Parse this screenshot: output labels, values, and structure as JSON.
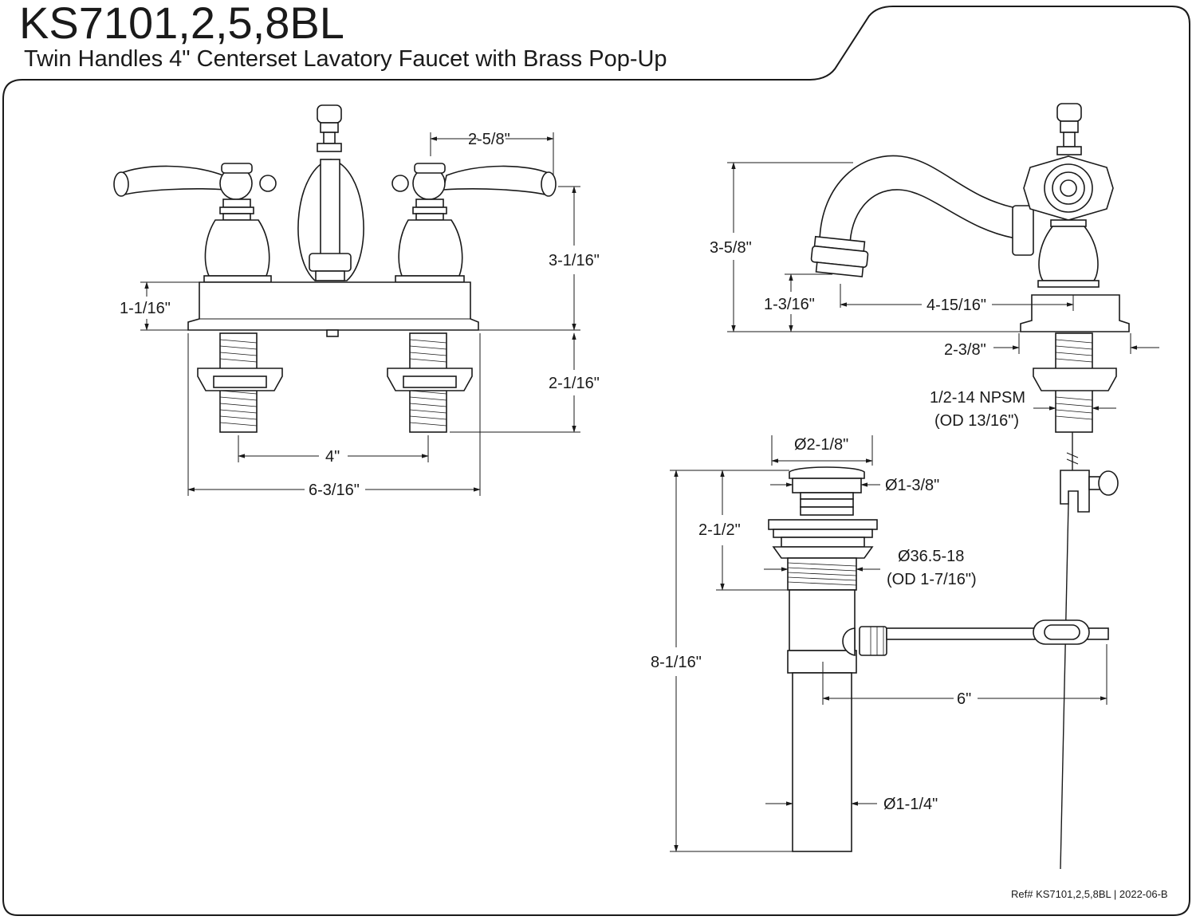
{
  "title": {
    "model": "KS7101,2,5,8BL",
    "subtitle": "Twin Handles 4\" Centerset Lavatory Faucet with Brass Pop-Up"
  },
  "front_view": {
    "dim_handle_offset": "2-5/8\"",
    "dim_body_height": "3-1/16\"",
    "dim_base_height": "1-1/16\"",
    "dim_shank_length": "2-1/16\"",
    "dim_center": "4\"",
    "dim_overall_width": "6-3/16\""
  },
  "side_view": {
    "dim_spout_height": "3-5/8\"",
    "dim_aerator_height": "1-3/16\"",
    "dim_spout_reach": "4-15/16\"",
    "dim_base_depth": "2-3/8\"",
    "thread_spec": "1/2-14 NPSM",
    "thread_od": "(OD 13/16\")"
  },
  "drain_view": {
    "dim_flange_dia": "Ø2-1/8\"",
    "dim_stopper_dia": "Ø1-3/8\"",
    "dim_body_height": "2-1/2\"",
    "thread_spec": "Ø36.5-18",
    "thread_od": "(OD 1-7/16\")",
    "dim_overall_height": "8-1/16\"",
    "dim_rod_length": "6\"",
    "dim_tailpiece_dia": "Ø1-1/4\""
  },
  "footer": {
    "reference": "Ref# KS7101,2,5,8BL | 2022-06-B"
  }
}
